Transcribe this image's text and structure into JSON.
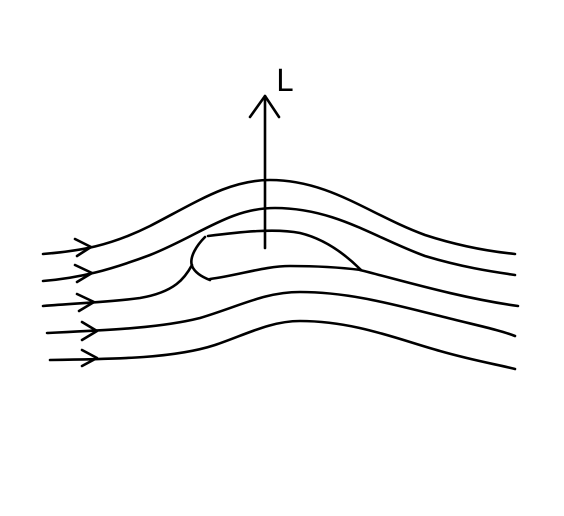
{
  "diagram": {
    "lift_label": "L",
    "stroke_color": "#000000",
    "background_color": "#ffffff",
    "streamline_count": 5,
    "inflow_arrow_count": 5
  }
}
